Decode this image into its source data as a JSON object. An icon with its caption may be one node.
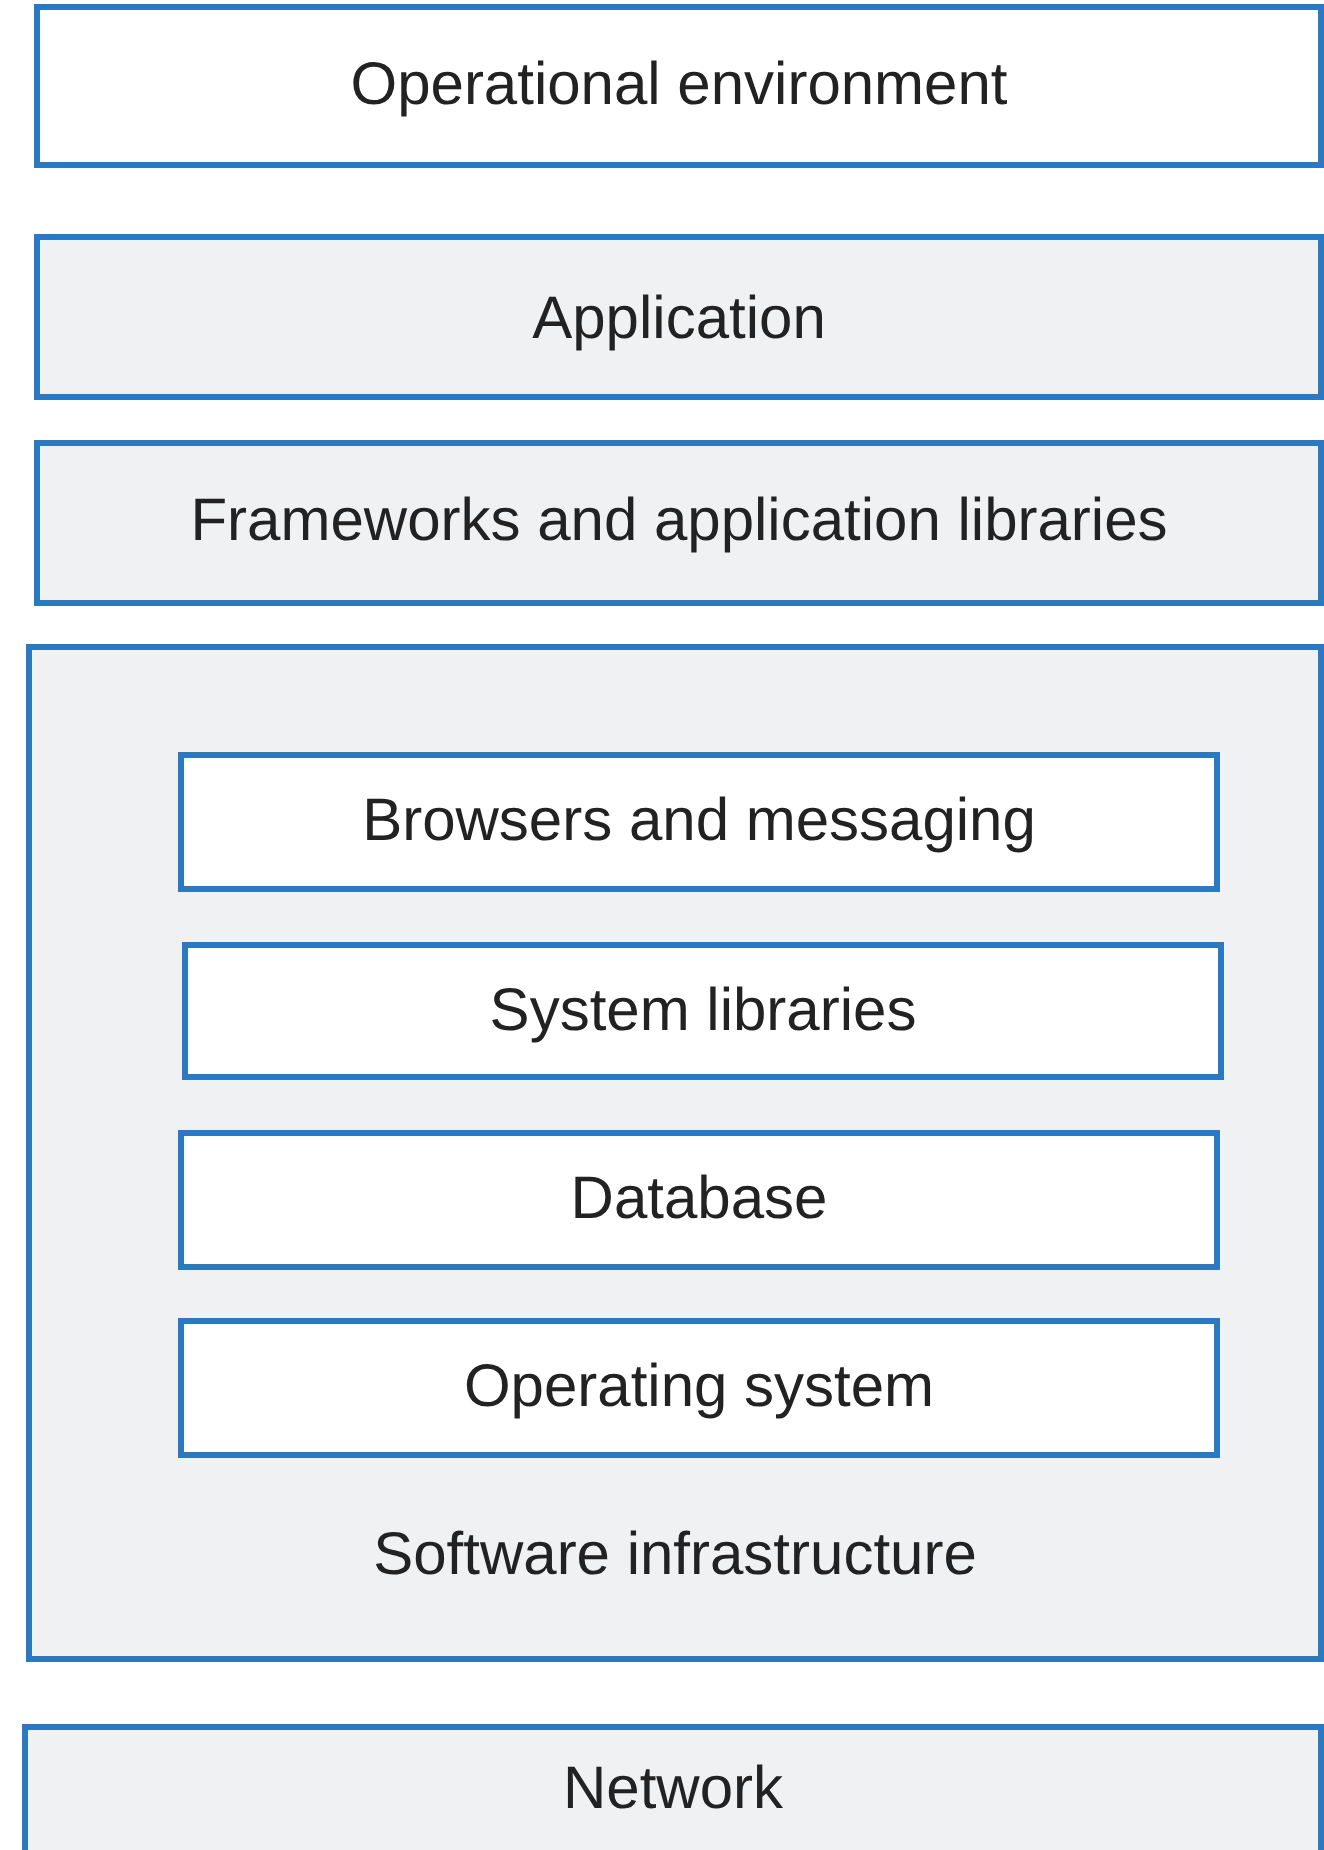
{
  "diagram": {
    "nodes": [
      {
        "text": [
          "Operational environment"
        ]
      },
      {
        "text": [
          "Application"
        ]
      },
      {
        "text": [
          "Frameworks and application libraries"
        ]
      },
      {
        "text": [
          "Software infrastructure"
        ]
      },
      {
        "text": [
          "Browsers and messaging"
        ],
        "in": 3
      },
      {
        "text": [
          "System libraries"
        ],
        "in": 3
      },
      {
        "text": [
          "Database"
        ],
        "in": 3
      },
      {
        "text": [
          "Operating system"
        ],
        "in": 3
      },
      {
        "text": [
          "Network"
        ]
      }
    ]
  }
}
